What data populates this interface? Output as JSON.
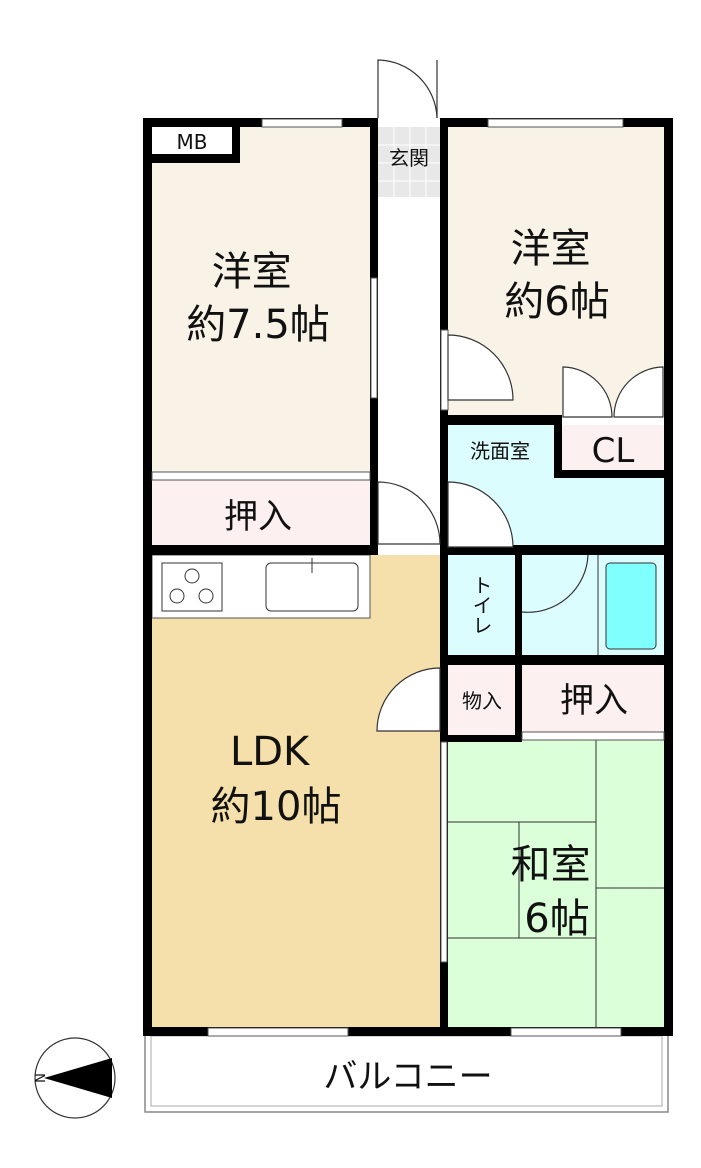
{
  "rooms": {
    "western1": {
      "name": "洋室",
      "size": "約7.5帖"
    },
    "western2": {
      "name": "洋室",
      "size": "約6帖"
    },
    "ldk": {
      "name": "LDK",
      "size": "約10帖"
    },
    "japanese": {
      "name": "和室",
      "size": "6帖"
    },
    "closet1": "押入",
    "closet2": "押入",
    "storage": "物入",
    "cl": "CL",
    "washroom": "洗面室",
    "toilet": "トイレ",
    "entrance": "玄関",
    "mb": "MB",
    "balcony": "バルコニー"
  },
  "compass": {
    "label": "N"
  },
  "colors": {
    "western": "#f8f3e6",
    "ldk": "#f5dfaa",
    "closet": "#fdf0f0",
    "water": "#dcfdfd",
    "bathtub": "#80ffff",
    "tatami": "#dbffd9",
    "entrance": "#e8e8e8"
  }
}
